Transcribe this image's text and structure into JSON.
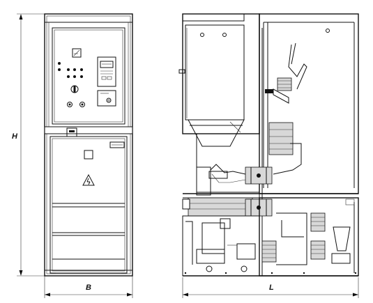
{
  "dimensions": {
    "height_label": "H",
    "width_label": "B",
    "length_label": "L"
  },
  "front_view": {
    "panel": {
      "meter_display": "",
      "warning_symbol": "high-voltage-warning-icon"
    }
  },
  "colors": {
    "line": "#111111",
    "shading": "#d8d8d8",
    "background": "#ffffff"
  }
}
